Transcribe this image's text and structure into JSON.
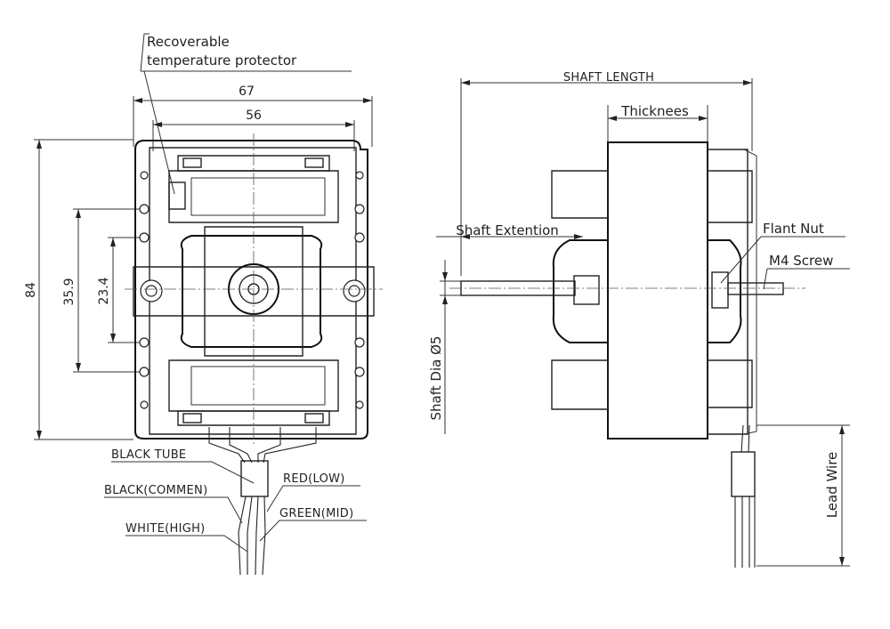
{
  "front_view": {
    "protector_label_line1": "Recoverable",
    "protector_label_line2": "temperature protector",
    "dim_width_outer": "67",
    "dim_width_inner": "56",
    "dim_height_total": "84",
    "dim_hole_spacing_outer": "35.9",
    "dim_hole_spacing_inner": "23.4",
    "wire_labels": {
      "tube": "BLACK TUBE",
      "common": "BLACK(COMMEN)",
      "low": "RED(LOW)",
      "mid": "GREEN(MID)",
      "high": "WHITE(HIGH)"
    }
  },
  "side_view": {
    "shaft_length": "SHAFT LENGTH",
    "thickness": "Thicknees",
    "shaft_extension": "Shaft Extention",
    "flange_nut": "Flant Nut",
    "screw": "M4 Screw",
    "shaft_dia": "Shaft Dia Ø5",
    "lead_wire": "Lead Wire"
  }
}
